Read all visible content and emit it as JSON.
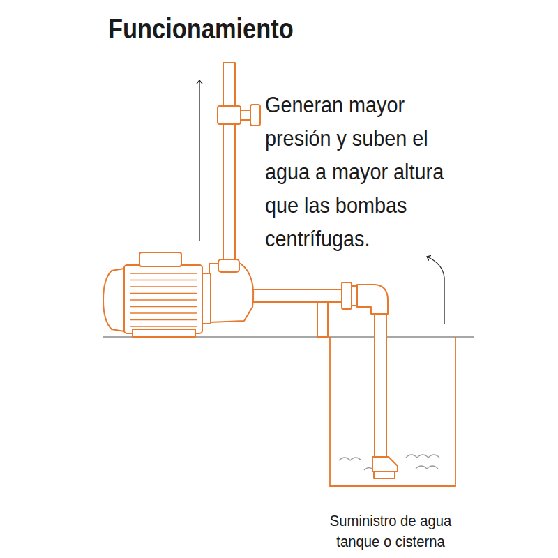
{
  "diagram": {
    "title": "Funcionamiento",
    "labels": [
      "Generan mayor presión y suben el agua a mayor altura que las bombas centrífugas.",
      "Suministro de agua tanque o cisterna"
    ]
  }
}
